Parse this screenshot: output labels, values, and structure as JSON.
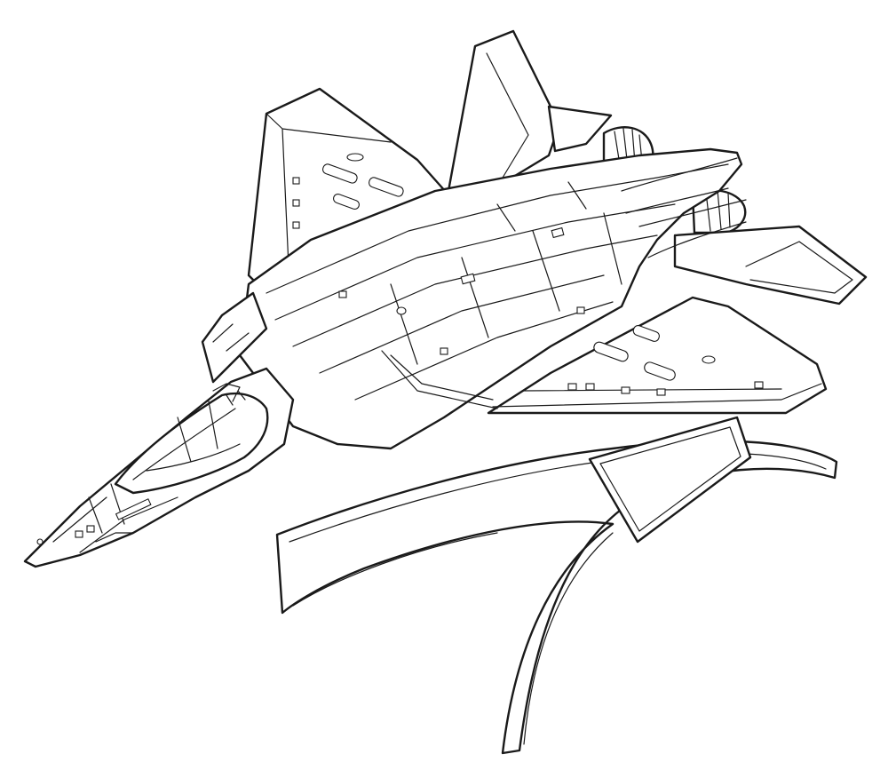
{
  "colors": {
    "background": "#ffffff",
    "line": "#1a1a1a"
  },
  "figure": {
    "subject": "line-drawing",
    "parts": [
      "stand",
      "left-wing",
      "right-wing",
      "vertical-tail",
      "horizontal-stabilizer",
      "engine-nozzles",
      "fuselage",
      "canopy",
      "nose"
    ]
  }
}
